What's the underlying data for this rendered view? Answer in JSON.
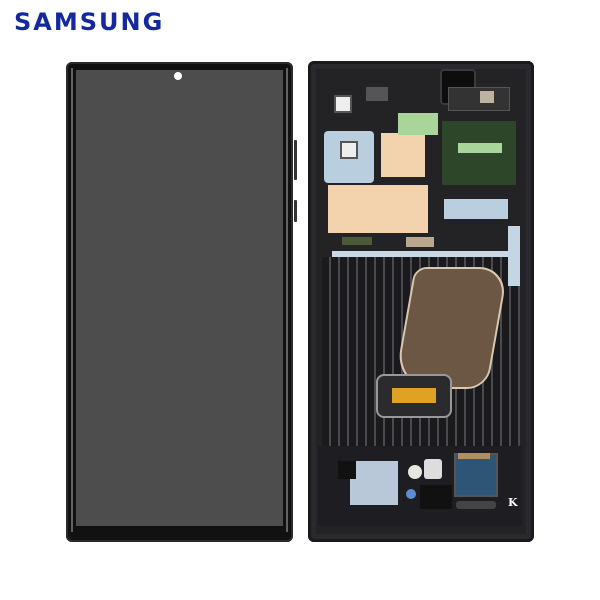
{
  "brand": {
    "logo_text": "SAMSUNG",
    "color": "#1428a0"
  },
  "product": {
    "views": [
      {
        "name": "front-display",
        "description": "front view of AMOLED display assembly with punch-hole camera"
      },
      {
        "name": "rear-frame",
        "description": "rear view of display frame with internal components, flex cable, NFC chip and connectors"
      }
    ],
    "rear_marking": "K"
  }
}
